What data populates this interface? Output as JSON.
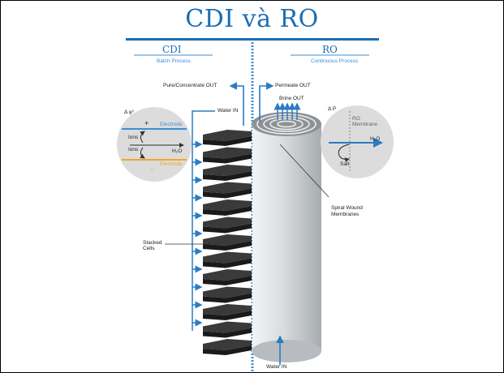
{
  "title": "CDI và RO",
  "cdi": {
    "title": "CDI",
    "subtitle": "Batch Process"
  },
  "ro": {
    "title": "RO",
    "subtitle": "Continuous Process"
  },
  "labels": {
    "pure_concentrate_out": "Pure/Concentrate OUT",
    "permeate_out": "Permeate OUT",
    "brine_out": "Brine OUT",
    "water_in_top": "Water IN",
    "water_in_bottom": "Water IN",
    "stacked_cells": "Stacked\nCells",
    "spiral_wound": "Spiral Wound\nMembranes"
  },
  "cdi_inset": {
    "delta": "Δ φ°",
    "top_electrode": "Electrode",
    "bottom_electrode": "Electrode",
    "ions_1": "Ions",
    "ions_2": "Ions",
    "h2o": "H₂O",
    "plus": "+",
    "minus": "−"
  },
  "ro_inset": {
    "delta": "Δ P",
    "membrane": "RO\nMembrane",
    "h2o": "H₂O",
    "salt": "Salt"
  },
  "colors": {
    "accent": "#1c6db3",
    "arrow": "#2b7bc4",
    "cell_dark": "#2b2b2b",
    "cylinder": "#cfd3d6",
    "electrode_orange": "#f4a52a"
  }
}
